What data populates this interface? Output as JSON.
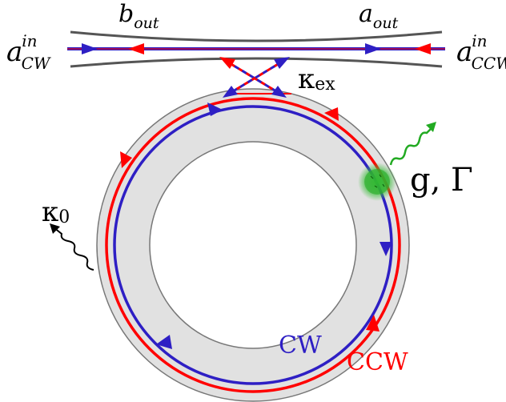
{
  "labels": {
    "a_cw": {
      "base": "a",
      "sup": "in",
      "sub": "CW"
    },
    "a_ccw": {
      "base": "a",
      "sup": "in",
      "sub": "CCW"
    },
    "b_out": {
      "base": "b",
      "sub": "out"
    },
    "a_out": {
      "base": "a",
      "sub": "out"
    },
    "kappa_ex": {
      "base": "κ",
      "sub": "ex"
    },
    "kappa_0": {
      "base": "κ",
      "sub": "0"
    },
    "emitter": "g, Γ",
    "cw": "CW",
    "ccw": "CCW"
  },
  "colors": {
    "waveguide": "#555555",
    "ring_fill": "#e1e1e1",
    "ring_edge": "#777777",
    "cw": "#2e1fc4",
    "ccw": "#ff0000",
    "overlap": "#9b1a76",
    "emitter": "#22aa22",
    "emission_arrow": "#22aa22",
    "loss_arrow": "#000000"
  },
  "icons": {
    "emitter": "green-glow-dot-icon",
    "loss": "wavy-arrow-icon"
  }
}
